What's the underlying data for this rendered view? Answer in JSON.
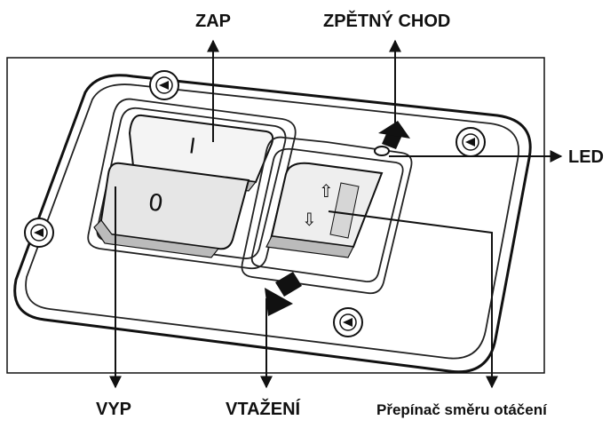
{
  "labels": {
    "zap": "ZAP",
    "zpetny_chod": "ZPĚTNÝ CHOD",
    "led": "LED",
    "vyp": "VYP",
    "vtazeni": "VTAŽENÍ",
    "prepinac": "Přepínač směru otáčení"
  },
  "button_symbols": {
    "on": "I",
    "off": "0",
    "up": "⇧",
    "down": "⇩"
  },
  "colors": {
    "ink": "#111111",
    "paper": "#ffffff",
    "key_fill": "#dddddd"
  }
}
